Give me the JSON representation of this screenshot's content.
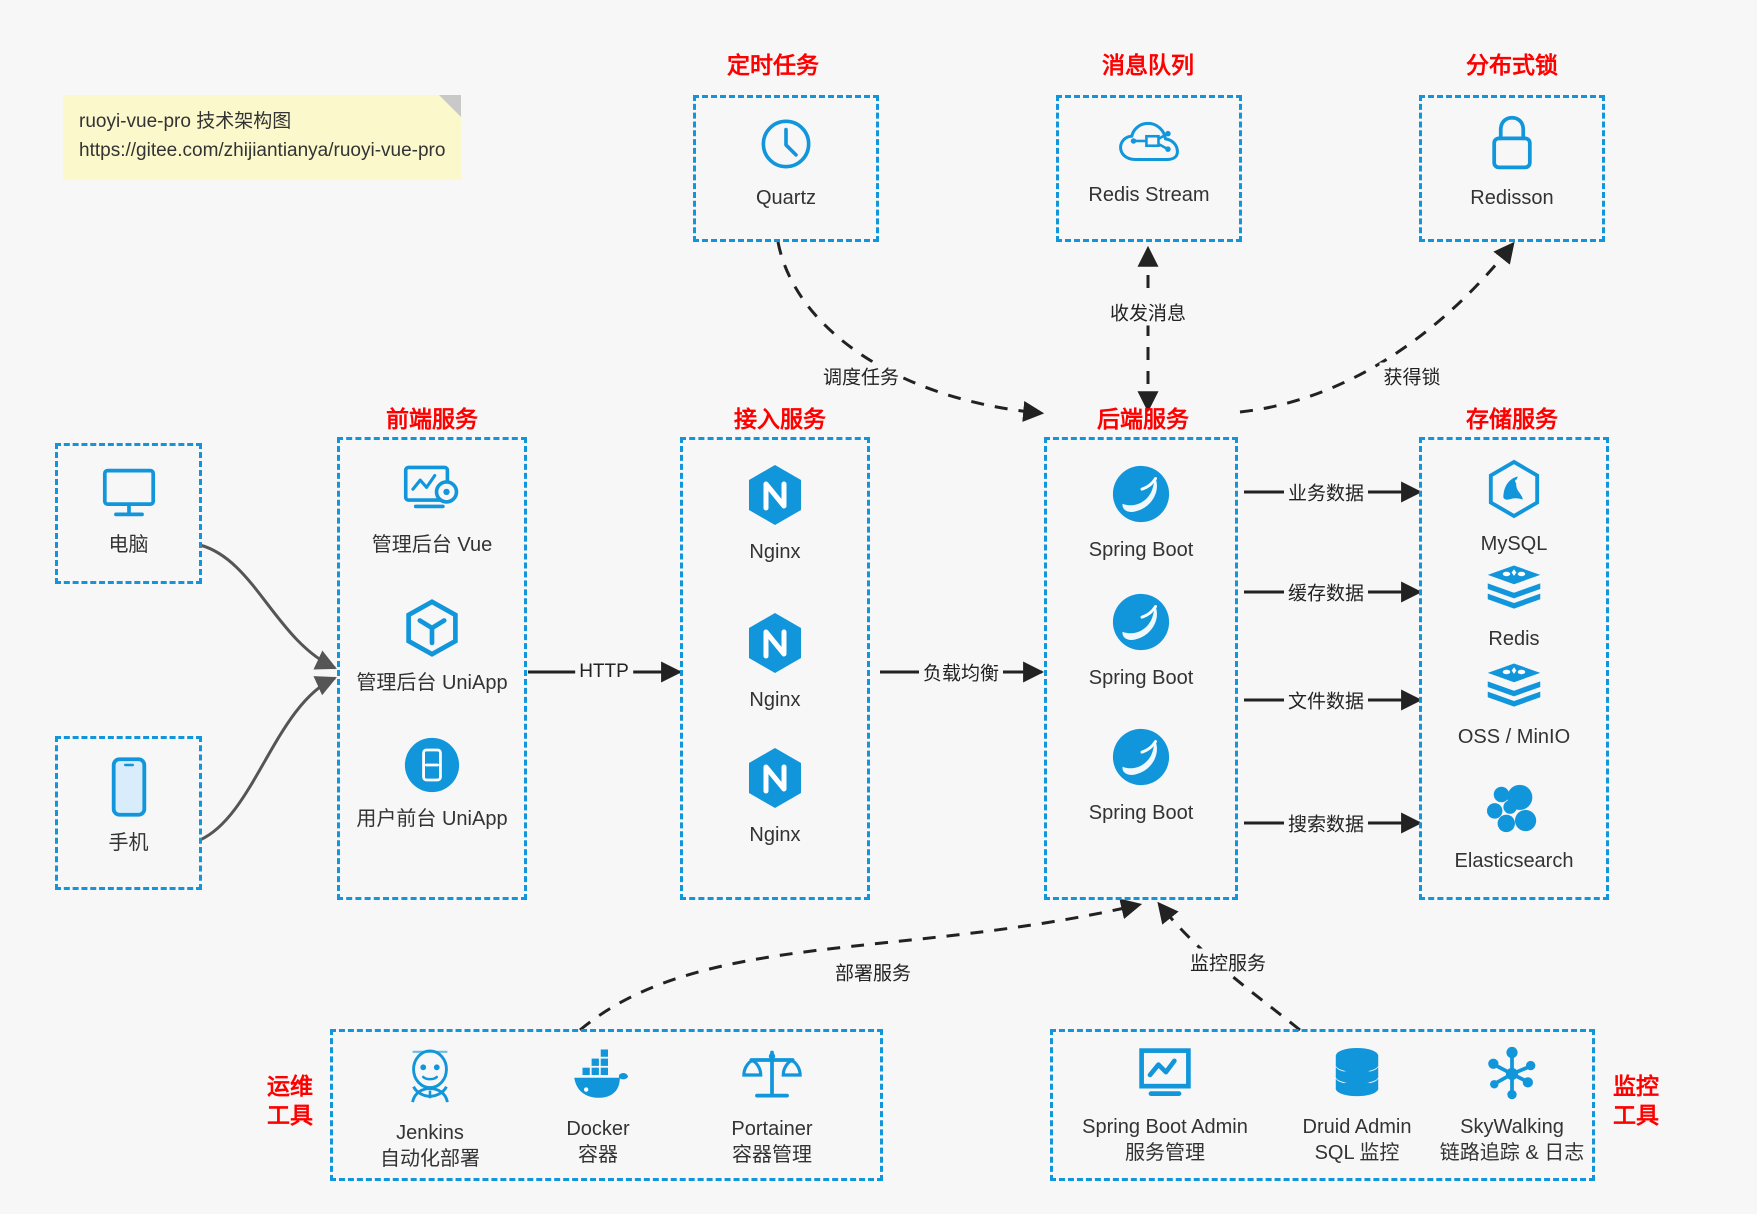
{
  "note": {
    "line1": "ruoyi-vue-pro 技术架构图",
    "line2": "https://gitee.com/zhijiantianya/ruoyi-vue-pro"
  },
  "colors": {
    "accent": "#1296db",
    "title": "#ff0000",
    "text": "#333333",
    "background": "#f7f7f7",
    "arrow": "#222222",
    "note_bg": "#fbf8cc"
  },
  "groups": {
    "scheduled_task": {
      "title": "定时任务"
    },
    "message_queue": {
      "title": "消息队列"
    },
    "distributed_lock": {
      "title": "分布式锁"
    },
    "frontend": {
      "title": "前端服务"
    },
    "gateway": {
      "title": "接入服务"
    },
    "backend": {
      "title": "后端服务"
    },
    "storage": {
      "title": "存储服务"
    },
    "ops_tools": {
      "title_line1": "运维",
      "title_line2": "工具"
    },
    "monitor_tools": {
      "title_line1": "监控",
      "title_line2": "工具"
    }
  },
  "nodes": {
    "quartz": {
      "label": "Quartz",
      "icon": "clock-icon"
    },
    "redis_stream": {
      "label": "Redis Stream",
      "icon": "cloud-network-icon"
    },
    "redisson": {
      "label": "Redisson",
      "icon": "lock-icon"
    },
    "computer": {
      "label": "电脑",
      "icon": "desktop-icon"
    },
    "phone": {
      "label": "手机",
      "icon": "smartphone-icon"
    },
    "frontend_items": [
      {
        "label": "管理后台 Vue",
        "icon": "dashboard-gear-icon"
      },
      {
        "label": "管理后台 UniApp",
        "icon": "cube-icon"
      },
      {
        "label": "用户前台 UniApp",
        "icon": "mobile-app-icon"
      }
    ],
    "gateway_items": [
      {
        "label": "Nginx",
        "icon": "nginx-icon"
      },
      {
        "label": "Nginx",
        "icon": "nginx-icon"
      },
      {
        "label": "Nginx",
        "icon": "nginx-icon"
      }
    ],
    "backend_items": [
      {
        "label": "Spring Boot",
        "icon": "spring-icon"
      },
      {
        "label": "Spring Boot",
        "icon": "spring-icon"
      },
      {
        "label": "Spring Boot",
        "icon": "spring-icon"
      }
    ],
    "storage_items": [
      {
        "label": "MySQL",
        "icon": "mysql-icon"
      },
      {
        "label": "Redis",
        "icon": "redis-icon"
      },
      {
        "label": "OSS / MinIO",
        "icon": "oss-icon"
      },
      {
        "label": "Elasticsearch",
        "icon": "elasticsearch-icon"
      }
    ],
    "ops_items": [
      {
        "label": "Jenkins",
        "sublabel": "自动化部署",
        "icon": "jenkins-butler-icon"
      },
      {
        "label": "Docker",
        "sublabel": "容器",
        "icon": "docker-whale-icon"
      },
      {
        "label": "Portainer",
        "sublabel": "容器管理",
        "icon": "scales-icon"
      }
    ],
    "monitor_items": [
      {
        "label": "Spring Boot Admin",
        "sublabel": "服务管理",
        "icon": "monitor-chart-icon"
      },
      {
        "label": "Druid Admin",
        "sublabel": "SQL 监控",
        "icon": "database-icon"
      },
      {
        "label": "SkyWalking",
        "sublabel": "链路追踪 & 日志",
        "icon": "skywalking-icon"
      }
    ]
  },
  "edges": [
    {
      "id": "http",
      "label": "HTTP",
      "from": "frontend",
      "to": "gateway"
    },
    {
      "id": "load-balance",
      "label": "负载均衡",
      "from": "gateway",
      "to": "backend"
    },
    {
      "id": "schedule-task",
      "label": "调度任务",
      "from": "quartz",
      "to": "backend"
    },
    {
      "id": "send-receive-message",
      "label": "收发消息",
      "from": "backend",
      "to": "redis_stream"
    },
    {
      "id": "acquire-lock",
      "label": "获得锁",
      "from": "backend",
      "to": "redisson"
    },
    {
      "id": "business-data",
      "label": "业务数据",
      "from": "backend",
      "to": "mysql"
    },
    {
      "id": "cache-data",
      "label": "缓存数据",
      "from": "backend",
      "to": "redis"
    },
    {
      "id": "file-data",
      "label": "文件数据",
      "from": "backend",
      "to": "oss"
    },
    {
      "id": "search-data",
      "label": "搜索数据",
      "from": "backend",
      "to": "elasticsearch"
    },
    {
      "id": "deploy-service",
      "label": "部署服务",
      "from": "ops_tools",
      "to": "backend"
    },
    {
      "id": "monitor-service",
      "label": "监控服务",
      "from": "monitor_tools",
      "to": "backend"
    }
  ]
}
